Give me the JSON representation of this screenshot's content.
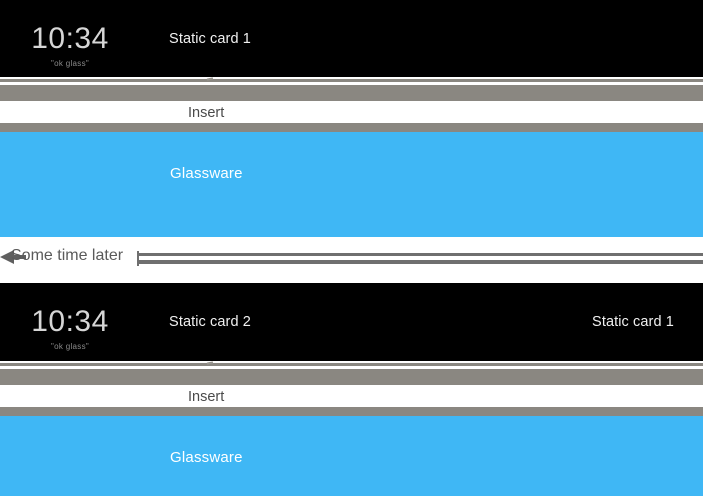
{
  "diagram": {
    "title": "Glass timeline card insertion",
    "colors": {
      "timeline_black": "#000000",
      "rule_gray": "#8a8781",
      "rule_dark_gray": "#6f6f6f",
      "glassware_blue": "#3fb7f5",
      "card_text": "#f0f0f0",
      "label_text": "#4a4a4a",
      "background": "#ffffff"
    }
  },
  "rows": [
    {
      "name": "before",
      "clock": {
        "time": "10:34",
        "hint": "\"ok glass\""
      },
      "cards": [
        {
          "label": "Static card 1"
        }
      ],
      "insert": {
        "label": "Insert"
      },
      "glassware": {
        "label": "Glassware"
      }
    },
    {
      "name": "after",
      "clock": {
        "time": "10:34",
        "hint": "\"ok glass\""
      },
      "cards": [
        {
          "label": "Static card 2"
        },
        {
          "label": "Static card 1"
        }
      ],
      "insert": {
        "label": "Insert"
      },
      "glassware": {
        "label": "Glassware"
      }
    }
  ],
  "divider": {
    "label": "Some time later",
    "arrow_icon": "left-arrow-icon"
  }
}
